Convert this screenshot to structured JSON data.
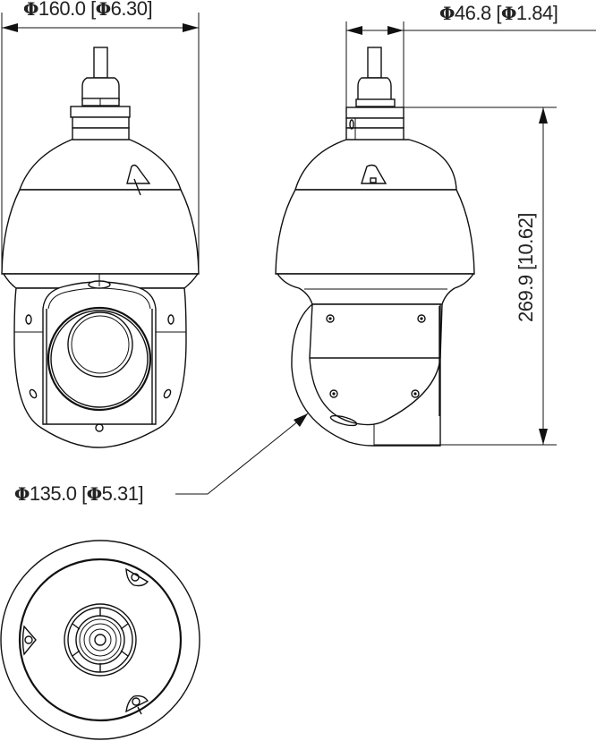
{
  "drawing": {
    "title": "PTZ dome camera dimension drawing",
    "units_primary": "mm",
    "units_secondary": "in",
    "views": [
      "front-view",
      "side-view",
      "bottom-view"
    ]
  },
  "dimensions": {
    "housing_diameter": {
      "symbol": "Φ",
      "mm": "160.0",
      "in_symbol": "Φ",
      "in": "6.30",
      "label": "Φ160.0 [Φ6.30]"
    },
    "mount_diameter": {
      "symbol": "Φ",
      "mm": "46.8",
      "in_symbol": "Φ",
      "in": "1.84",
      "label": "Φ46.8 [Φ1.84]"
    },
    "height": {
      "mm": "269.9",
      "in": "10.62",
      "label": "269.9 [10.62]"
    },
    "head_diameter": {
      "symbol": "Φ",
      "mm": "135.0",
      "in_symbol": "Φ",
      "in": "5.31",
      "label": "Φ135.0 [Φ5.31]"
    }
  },
  "labels": {
    "d160_phi": "Φ",
    "d160_mm": "160.0",
    "d160_open": "[",
    "d160_phi2": "Φ",
    "d160_in": "6.30]",
    "d46_phi": "Φ",
    "d46_mm": "46.8",
    "d46_open": "[",
    "d46_phi2": "Φ",
    "d46_in": "1.84]",
    "h_text": "269.9 [10.62]",
    "d135_phi": "Φ",
    "d135_mm": "135.0",
    "d135_open": "[",
    "d135_phi2": "Φ",
    "d135_in": "5.31]"
  }
}
